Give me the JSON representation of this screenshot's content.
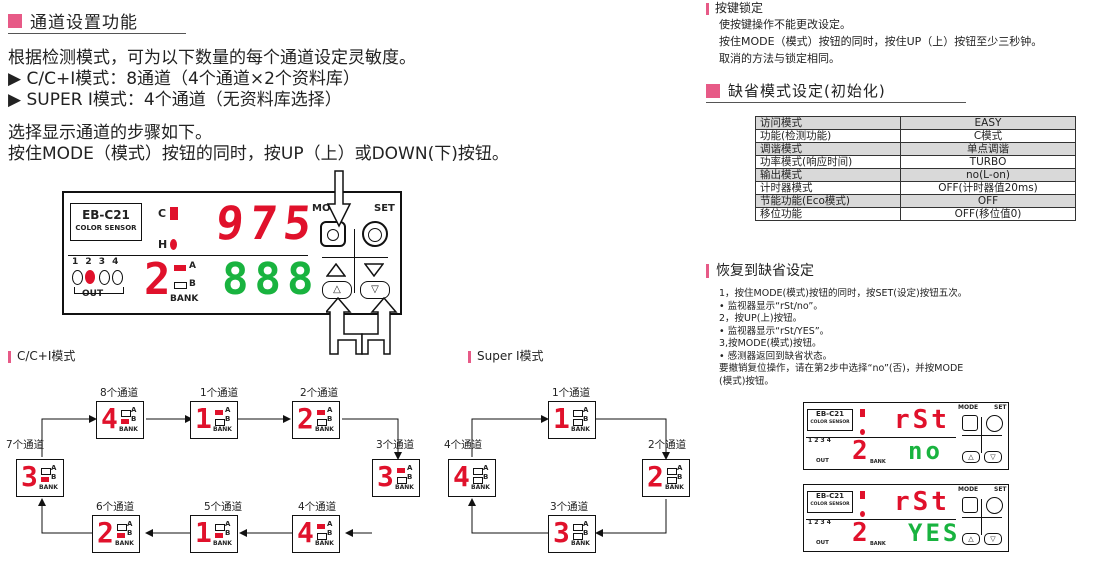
{
  "left": {
    "section_title": "通道设置功能",
    "intro": "根据检测模式，可为以下数量的每个通道设定灵敏度。",
    "mode_cc": "▶ C/C+I模式：8通道（4个通道×2个资料库）",
    "mode_super": "▶ SUPER I模式：4个通道（无资料库选择）",
    "steps_title": "选择显示通道的步骤如下。",
    "steps_text": "按住MODE（模式）按钮的同时，按UP（上）或DOWN(下)按钮。"
  },
  "device": {
    "model": "EB-C21",
    "subtitle": "COLOR SENSOR",
    "c_label": "C",
    "h_label": "H",
    "main_value": "975",
    "sub_value": "888",
    "channel_digit": "2",
    "bank_a": "A",
    "bank_b": "B",
    "bank_label": "BANK",
    "out_numbers": "1 2 3 4",
    "out_label": "OUT",
    "mode_label": "MODE",
    "set_label": "SET"
  },
  "cycle_cc": {
    "title": "C/C+I模式",
    "nodes": [
      {
        "label": "1个通道",
        "digit": "1",
        "bank": "A"
      },
      {
        "label": "2个通道",
        "digit": "2",
        "bank": "A"
      },
      {
        "label": "3个通道",
        "digit": "3",
        "bank": "A"
      },
      {
        "label": "4个通道",
        "digit": "4",
        "bank": "A"
      },
      {
        "label": "5个通道",
        "digit": "1",
        "bank": "B"
      },
      {
        "label": "6个通道",
        "digit": "2",
        "bank": "B"
      },
      {
        "label": "7个通道",
        "digit": "3",
        "bank": "B"
      },
      {
        "label": "8个通道",
        "digit": "4",
        "bank": "B"
      }
    ]
  },
  "cycle_super": {
    "title": "Super I模式",
    "nodes": [
      {
        "label": "1个通道",
        "digit": "1"
      },
      {
        "label": "2个通道",
        "digit": "2"
      },
      {
        "label": "3个通道",
        "digit": "3"
      },
      {
        "label": "4个通道",
        "digit": "4"
      }
    ]
  },
  "right": {
    "lock_title": "按键锁定",
    "lock_lines": [
      "使按键操作不能更改设定。",
      "按住MODE（模式）按钮的同时，按住UP（上）按钮至少三秒钟。",
      "取消的方法与锁定相同。"
    ],
    "default_title": "缺省模式设定(初始化)",
    "defaults": [
      {
        "key": "访问模式",
        "value": "EASY"
      },
      {
        "key": "功能(检测功能)",
        "value": "C模式"
      },
      {
        "key": "调谐模式",
        "value": "单点调谐"
      },
      {
        "key": "功率模式(响应时间)",
        "value": "TURBO"
      },
      {
        "key": "输出模式",
        "value": "no(L-on)"
      },
      {
        "key": "计时器模式",
        "value": "OFF(计时器值20ms)"
      },
      {
        "key": "节能功能(Eco模式)",
        "value": "OFF"
      },
      {
        "key": "移位功能",
        "value": "OFF(移位值0)"
      }
    ],
    "restore_title": "恢复到缺省设定",
    "restore_lines": [
      "1，按住MODE(模式)按钮的同时，按SET(设定)按钮五次。",
      "• 监视器显示“rSt/no”。",
      "2，按UP(上)按钮。",
      "• 监视器显示“rSt/YES”。",
      "3,按MODE(模式)按钮。",
      "• 感测器返回到缺省状态。",
      "要撤销复位操作，请在第2步中选择“no”(否)，并按MODE",
      "(模式)按钮。"
    ],
    "screen1": {
      "top": "rSt",
      "bottom": "no"
    },
    "screen2": {
      "top": "rSt",
      "bottom": "YES"
    }
  }
}
